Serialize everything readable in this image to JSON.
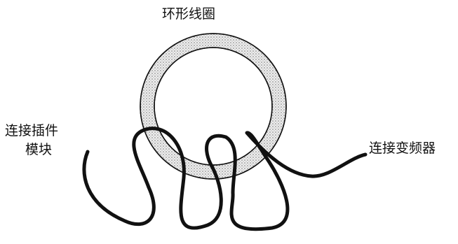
{
  "labels": {
    "toroidal_coil": "环形线圈",
    "plugin_module_line1": "连接插件",
    "plugin_module_line2": "模块",
    "vfd": "连接变频器"
  },
  "colors": {
    "ring_fill": "#d6d6d6",
    "stroke": "#111111"
  }
}
